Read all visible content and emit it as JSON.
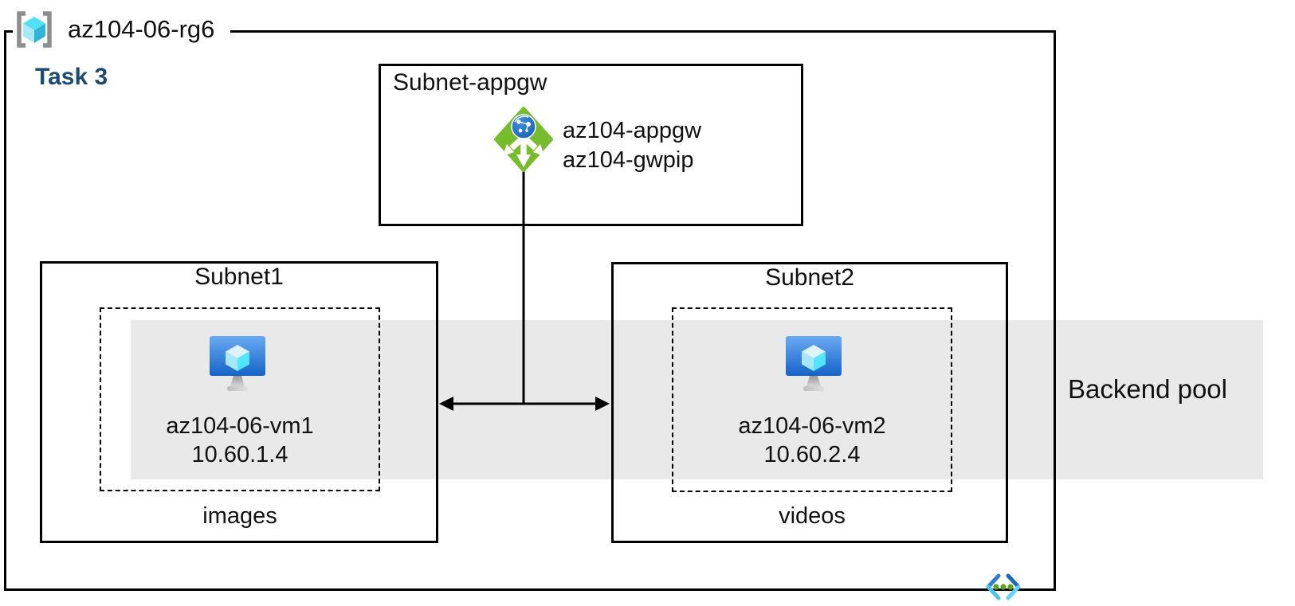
{
  "rg": {
    "label": "az104-06-rg6"
  },
  "task": {
    "label": "Task 3"
  },
  "appgw_subnet": {
    "title": "Subnet-appgw",
    "gateway_name": "az104-appgw",
    "gateway_pip": "az104-gwpip"
  },
  "subnet1": {
    "title": "Subnet1",
    "vm_name": "az104-06-vm1",
    "vm_ip": "10.60.1.4",
    "folder": "images"
  },
  "subnet2": {
    "title": "Subnet2",
    "vm_name": "az104-06-vm2",
    "vm_ip": "10.60.2.4",
    "folder": "videos"
  },
  "backend_pool": {
    "label": "Backend pool"
  },
  "icons": {
    "resource_group": "resource-group-icon",
    "application_gateway": "application-gateway-icon",
    "virtual_machine": "virtual-machine-icon",
    "virtual_network": "virtual-network-icon"
  },
  "colors": {
    "border": "#000000",
    "backend_pool_band": "#e9e9e9",
    "task_heading": "#1b4a73",
    "appgw_green": "#76bc2d",
    "globe_blue": "#1f72c8",
    "vm_screen_top": "#69aaf2",
    "vm_screen_bottom": "#1563c8",
    "cube_right": "#50e6ff",
    "cube_left": "#a7e6fb",
    "cube_top": "#ddf3fd",
    "rg_bracket_gray": "#8d8d8d",
    "vnet_blue": "#2e7fd4",
    "vnet_cyan": "#4fc3ee",
    "vnet_dot_green": "#5ba71b"
  }
}
